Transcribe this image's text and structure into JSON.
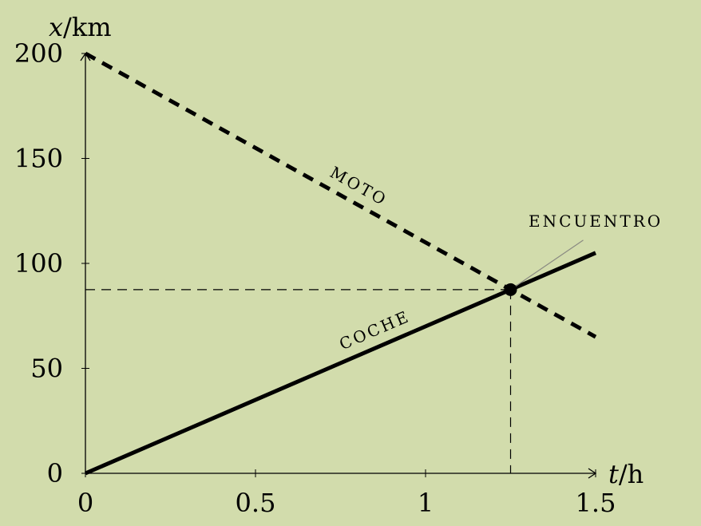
{
  "chart_data": {
    "type": "line",
    "xlabel": {
      "var": "t",
      "unit": "/h"
    },
    "ylabel": {
      "var": "x",
      "unit": "/km"
    },
    "xlim": [
      0,
      1.5
    ],
    "ylim": [
      0,
      200
    ],
    "x_ticks": [
      "0",
      "0.5",
      "1",
      "1.5"
    ],
    "y_ticks": [
      "0",
      "50",
      "100",
      "150",
      "200"
    ],
    "grid": false,
    "series": [
      {
        "name": "COCHE",
        "style": "solid",
        "x": [
          0,
          1.5
        ],
        "y": [
          0,
          105
        ]
      },
      {
        "name": "MOTO",
        "style": "dashed",
        "x": [
          0,
          1.5
        ],
        "y": [
          200,
          65
        ]
      }
    ],
    "annotations": [
      {
        "text": "ENCUENTRO",
        "x": 1.25,
        "y": 87.5
      }
    ]
  }
}
